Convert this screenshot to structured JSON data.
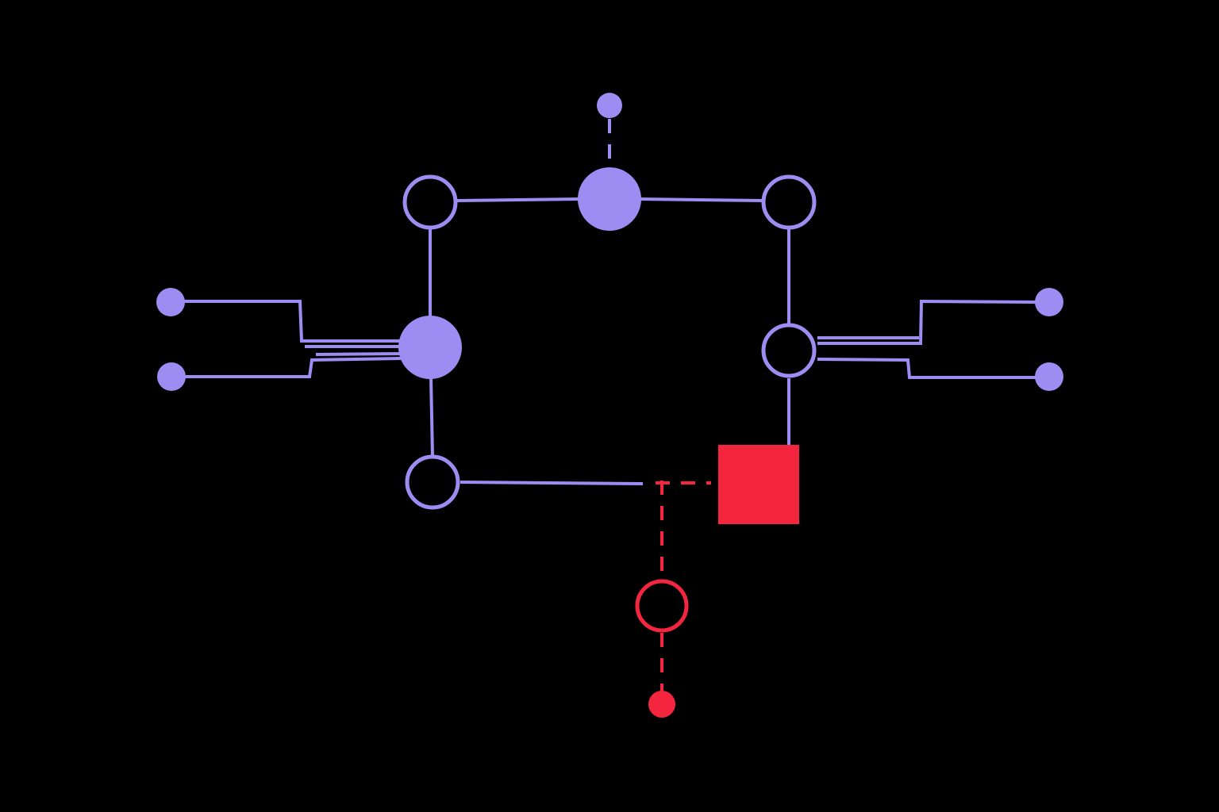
{
  "diagram": {
    "background_color": "#000000",
    "primary_color": "#9d8cf2",
    "alert_color": "#f4253f",
    "nodes": [
      {
        "id": "top-terminal",
        "kind": "terminal",
        "color": "primary"
      },
      {
        "id": "top-left-junction",
        "kind": "open-node",
        "color": "primary"
      },
      {
        "id": "top-center-junction",
        "kind": "filled-node",
        "color": "primary"
      },
      {
        "id": "top-right-junction",
        "kind": "open-node",
        "color": "primary"
      },
      {
        "id": "left-middle-junction",
        "kind": "filled-node",
        "color": "primary"
      },
      {
        "id": "right-middle-junction",
        "kind": "open-node",
        "color": "primary"
      },
      {
        "id": "bottom-left-junction",
        "kind": "open-node",
        "color": "primary"
      },
      {
        "id": "left-input-upper",
        "kind": "terminal",
        "color": "primary"
      },
      {
        "id": "left-input-lower",
        "kind": "terminal",
        "color": "primary"
      },
      {
        "id": "right-output-upper",
        "kind": "terminal",
        "color": "primary"
      },
      {
        "id": "right-output-lower",
        "kind": "terminal",
        "color": "primary"
      },
      {
        "id": "fault-block",
        "kind": "square-block",
        "color": "alert"
      },
      {
        "id": "fault-open-node",
        "kind": "open-node",
        "color": "alert"
      },
      {
        "id": "fault-terminal",
        "kind": "terminal",
        "color": "alert"
      }
    ],
    "connections": [
      {
        "from": "top-terminal",
        "to": "top-center-junction",
        "style": "dashed",
        "color": "primary"
      },
      {
        "from": "top-left-junction",
        "to": "top-center-junction",
        "style": "solid",
        "color": "primary"
      },
      {
        "from": "top-center-junction",
        "to": "top-right-junction",
        "style": "solid",
        "color": "primary"
      },
      {
        "from": "top-left-junction",
        "to": "left-middle-junction",
        "style": "solid",
        "color": "primary"
      },
      {
        "from": "left-middle-junction",
        "to": "bottom-left-junction",
        "style": "solid",
        "color": "primary"
      },
      {
        "from": "top-right-junction",
        "to": "right-middle-junction",
        "style": "solid",
        "color": "primary"
      },
      {
        "from": "right-middle-junction",
        "to": "fault-block",
        "style": "solid",
        "color": "primary"
      },
      {
        "from": "left-input-upper",
        "to": "left-middle-junction",
        "style": "solid",
        "color": "primary"
      },
      {
        "from": "left-input-lower",
        "to": "left-middle-junction",
        "style": "solid",
        "color": "primary"
      },
      {
        "from": "right-middle-junction",
        "to": "right-output-upper",
        "style": "solid",
        "color": "primary"
      },
      {
        "from": "right-middle-junction",
        "to": "right-output-lower",
        "style": "solid",
        "color": "primary"
      },
      {
        "from": "bottom-left-junction",
        "to": "fault-block",
        "style": "solid-then-dashed",
        "color": "primary/alert"
      },
      {
        "from": "fault-block",
        "to": "fault-open-node",
        "style": "dashed",
        "color": "alert"
      },
      {
        "from": "fault-open-node",
        "to": "fault-terminal",
        "style": "dashed",
        "color": "alert"
      }
    ]
  }
}
